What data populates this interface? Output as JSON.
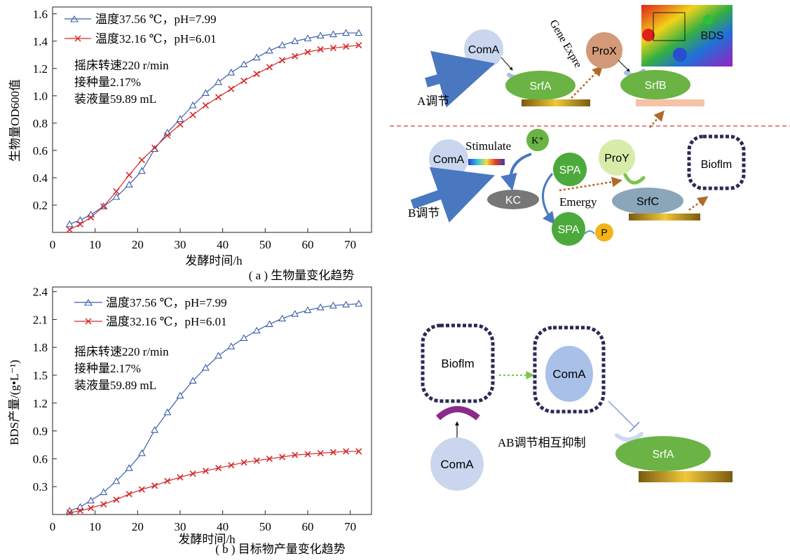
{
  "chart_data": [
    {
      "type": "line",
      "caption": "( a ) 生物量变化趋势",
      "xlabel": "发酵时间/h",
      "ylabel": "生物量OD600值",
      "xlim": [
        0,
        75
      ],
      "ylim": [
        0,
        1.65
      ],
      "xticks": [
        "0",
        "10",
        "20",
        "30",
        "40",
        "50",
        "60",
        "70"
      ],
      "yticks": [
        "0.2",
        "0.4",
        "0.6",
        "0.8",
        "1.0",
        "1.2",
        "1.4",
        "1.6"
      ],
      "legend_position": "top-left",
      "annotation": [
        "摇床转速220 r/min",
        "接种量2.17%",
        "装液量59.89 mL"
      ],
      "x": [
        4,
        6.5,
        9,
        12,
        15,
        18,
        21,
        24,
        27,
        30,
        33,
        36,
        39,
        42,
        45,
        48,
        51,
        54,
        57,
        60,
        63,
        66,
        69,
        72
      ],
      "series": [
        {
          "name": "温度37.56 ℃，pH=7.99",
          "marker": "triangle",
          "color": "#3a5ea8",
          "values": [
            0.06,
            0.09,
            0.13,
            0.19,
            0.26,
            0.35,
            0.45,
            0.61,
            0.73,
            0.83,
            0.93,
            1.02,
            1.1,
            1.17,
            1.23,
            1.28,
            1.33,
            1.37,
            1.4,
            1.42,
            1.44,
            1.45,
            1.46,
            1.46
          ]
        },
        {
          "name": "温度32.16 ℃，pH=6.01",
          "marker": "x",
          "color": "#d42a2a",
          "values": [
            0.02,
            0.06,
            0.11,
            0.19,
            0.3,
            0.42,
            0.53,
            0.62,
            0.71,
            0.79,
            0.86,
            0.93,
            0.99,
            1.05,
            1.11,
            1.16,
            1.21,
            1.26,
            1.29,
            1.32,
            1.34,
            1.35,
            1.36,
            1.37
          ]
        }
      ]
    },
    {
      "type": "line",
      "caption": "( b ) 目标物产量变化趋势",
      "xlabel": "发酵时间/h",
      "ylabel": "BDS产量/(g•L⁻¹)",
      "xlim": [
        0,
        75
      ],
      "ylim": [
        0,
        2.45
      ],
      "xticks": [
        "0",
        "10",
        "20",
        "30",
        "40",
        "50",
        "60",
        "70"
      ],
      "yticks": [
        "0.3",
        "0.6",
        "0.9",
        "1.2",
        "1.5",
        "1.8",
        "2.1",
        "2.4"
      ],
      "legend_position": "top-left",
      "annotation": [
        "摇床转速220 r/min",
        "接种量2.17%",
        "装液量59.89 mL"
      ],
      "x": [
        4,
        6.5,
        9,
        12,
        15,
        18,
        21,
        24,
        27,
        30,
        33,
        36,
        39,
        42,
        45,
        48,
        51,
        54,
        57,
        60,
        63,
        66,
        69,
        72
      ],
      "series": [
        {
          "name": "温度37.56 ℃，pH=7.99",
          "marker": "triangle",
          "color": "#3a5ea8",
          "values": [
            0.04,
            0.08,
            0.15,
            0.24,
            0.36,
            0.5,
            0.66,
            0.91,
            1.1,
            1.28,
            1.44,
            1.58,
            1.71,
            1.81,
            1.9,
            1.98,
            2.05,
            2.11,
            2.16,
            2.2,
            2.23,
            2.25,
            2.26,
            2.27
          ]
        },
        {
          "name": "温度32.16 ℃，pH=6.01",
          "marker": "x",
          "color": "#d42a2a",
          "values": [
            0.02,
            0.04,
            0.07,
            0.11,
            0.16,
            0.22,
            0.27,
            0.31,
            0.36,
            0.4,
            0.44,
            0.47,
            0.5,
            0.53,
            0.56,
            0.58,
            0.6,
            0.62,
            0.64,
            0.65,
            0.66,
            0.67,
            0.68,
            0.68
          ]
        }
      ]
    }
  ],
  "diagram_top": {
    "coma_1": "ComA",
    "srfa": "SrfA",
    "a_label": "A调节",
    "gene_expre": "Gene Expre",
    "prox": "ProX",
    "srfb": "SrfB",
    "bds": "BDS",
    "coma_2": "ComA",
    "stimulate": "Stimulate",
    "k_plus": "K⁺",
    "kc": "KC",
    "b_label": "B调节",
    "spa_1": "SPA",
    "spa_2": "SPA",
    "p": "P",
    "proy": "ProY",
    "emergy": "Emergy",
    "srfc": "SrfC",
    "bioflm": "Bioflm"
  },
  "diagram_bottom": {
    "bioflm": "Bioflm",
    "coma_inner": "ComA",
    "coma_lower": "ComA",
    "ab_label": "AB调节相互抑制",
    "srfa": "SrfA"
  },
  "colors": {
    "series_blue": "#3a5ea8",
    "series_red": "#d42a2a",
    "green_oval": "#6ab344",
    "blue_arrow": "#4a78c0",
    "brown_dotted": "#b06a2a",
    "dash_divider": "#d93a3a"
  }
}
